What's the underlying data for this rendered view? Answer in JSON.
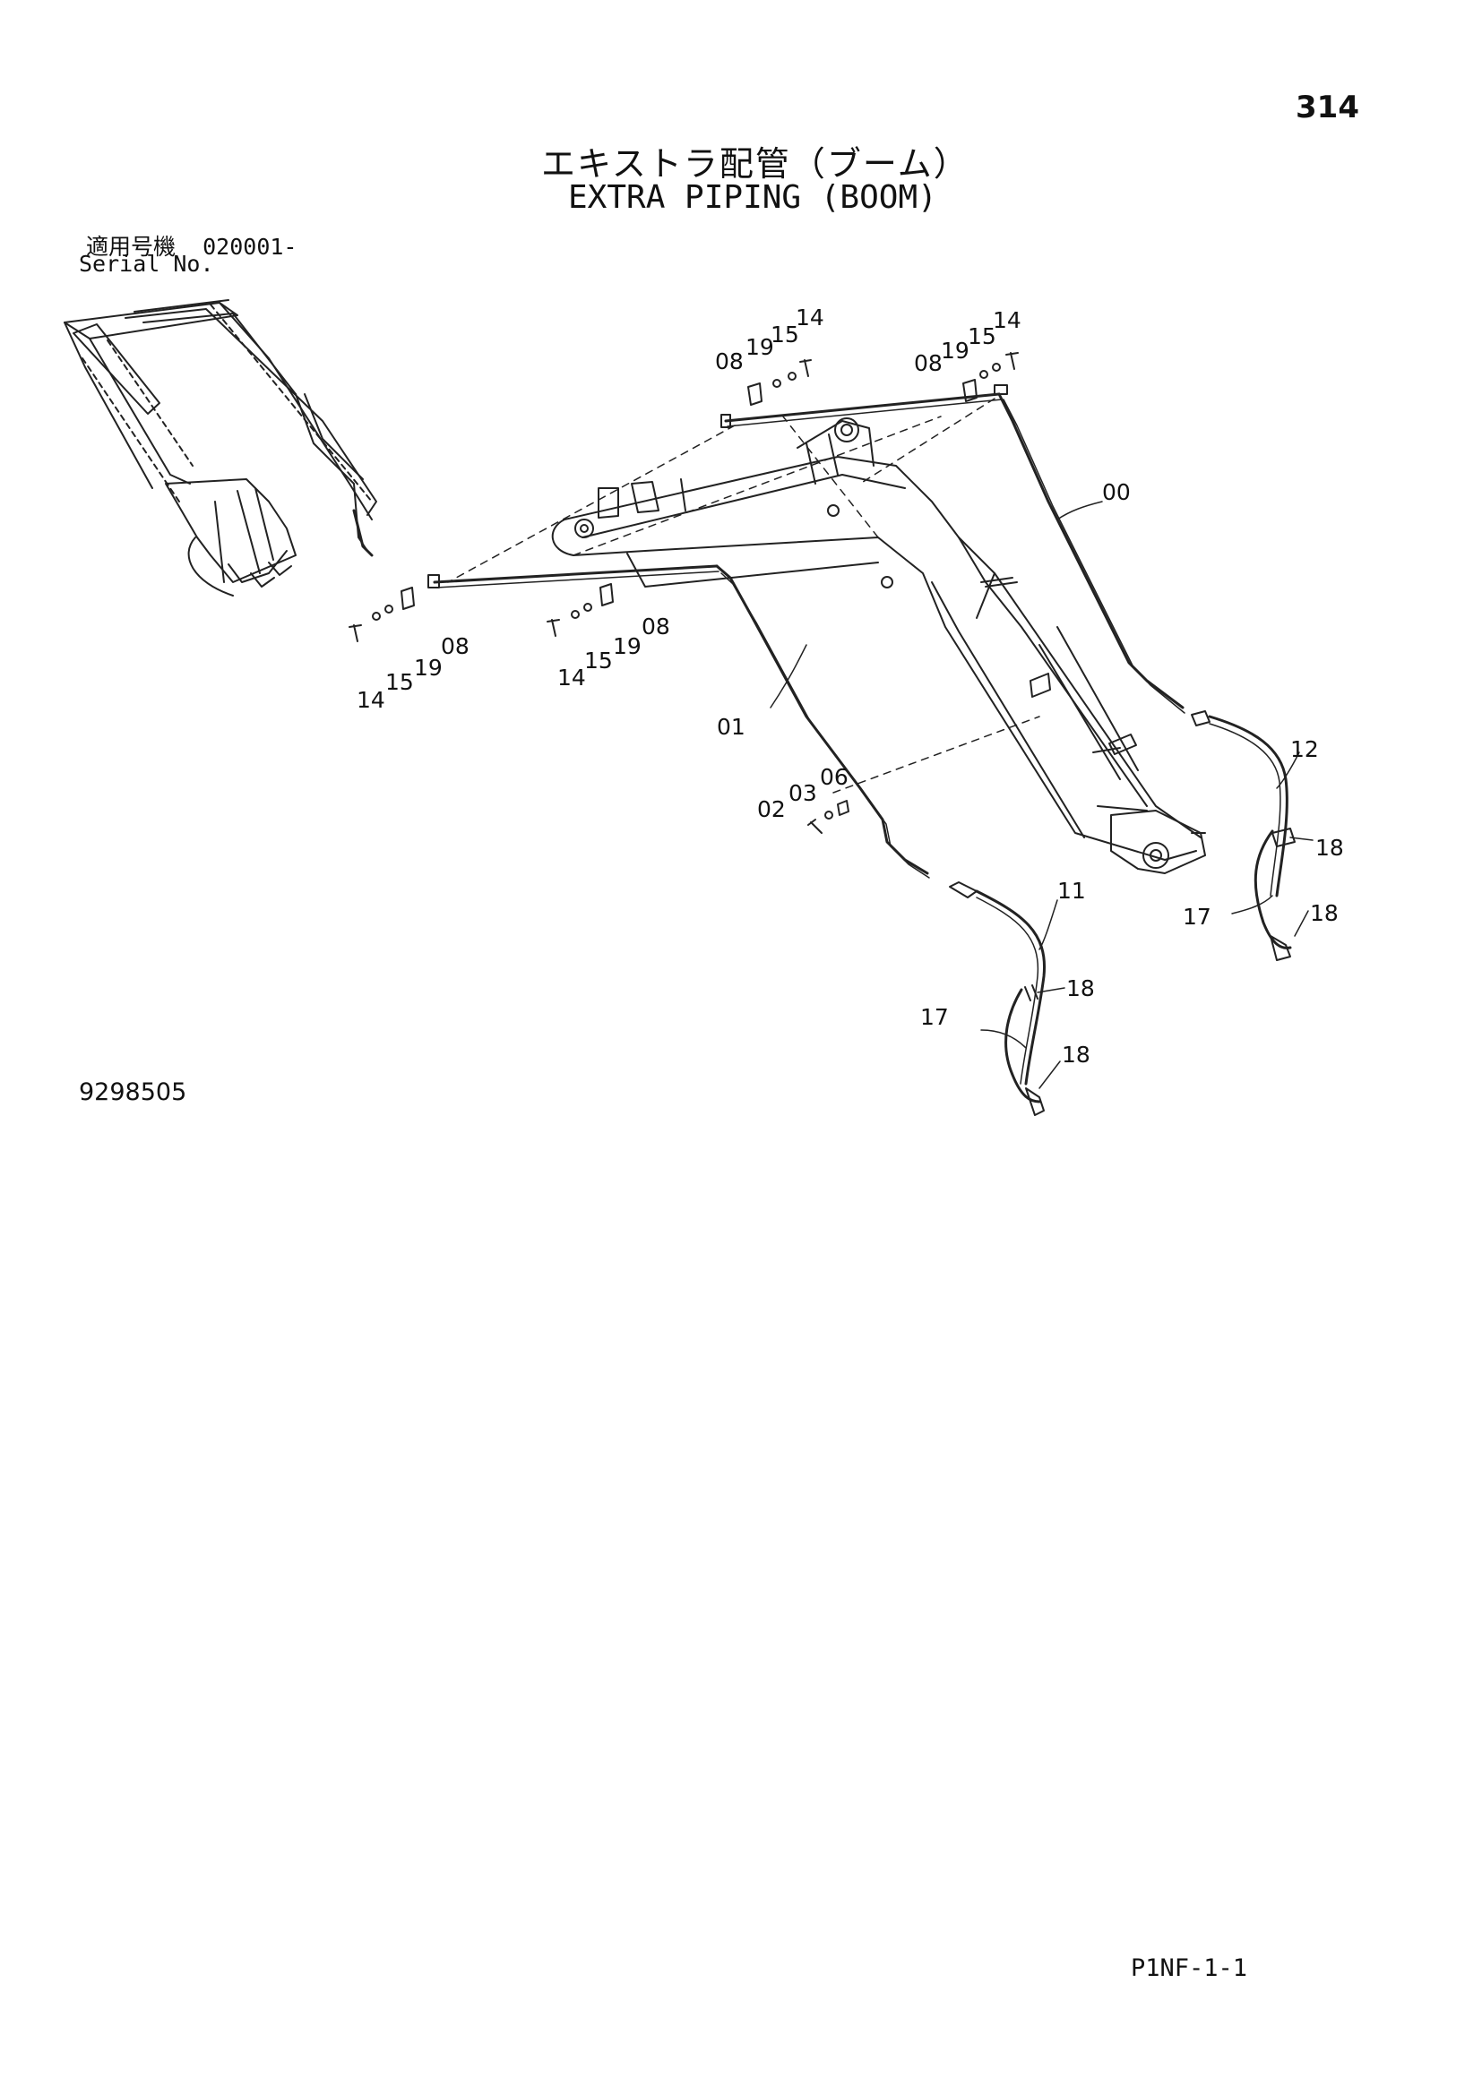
{
  "header": {
    "page_number": "314",
    "title_ja": "エキストラ配管（ブーム）",
    "title_en": "EXTRA PIPING (BOOM)",
    "serial_label_ja": "適用号機",
    "serial_value": "020001-",
    "serial_label_en": "Serial No."
  },
  "footer": {
    "drawing_number": "9298505",
    "page_code": "P1NF-1-1"
  },
  "callouts": {
    "c00": "00",
    "c01": "01",
    "c02": "02",
    "c03": "03",
    "c06": "06",
    "c08_tl": "08",
    "c19_tl": "19",
    "c15_tl": "15",
    "c14_tl": "14",
    "c08_tr": "08",
    "c19_tr": "19",
    "c15_tr": "15",
    "c14_tr": "14",
    "c14_ll": "14",
    "c15_ll": "15",
    "c19_ll": "19",
    "c08_ll": "08",
    "c14_lm": "14",
    "c15_lm": "15",
    "c19_lm": "19",
    "c08_lm": "08",
    "c11": "11",
    "c12": "12",
    "c17_l": "17",
    "c18_l1": "18",
    "c18_l2": "18",
    "c17_r": "17",
    "c18_r1": "18",
    "c18_r2": "18"
  }
}
